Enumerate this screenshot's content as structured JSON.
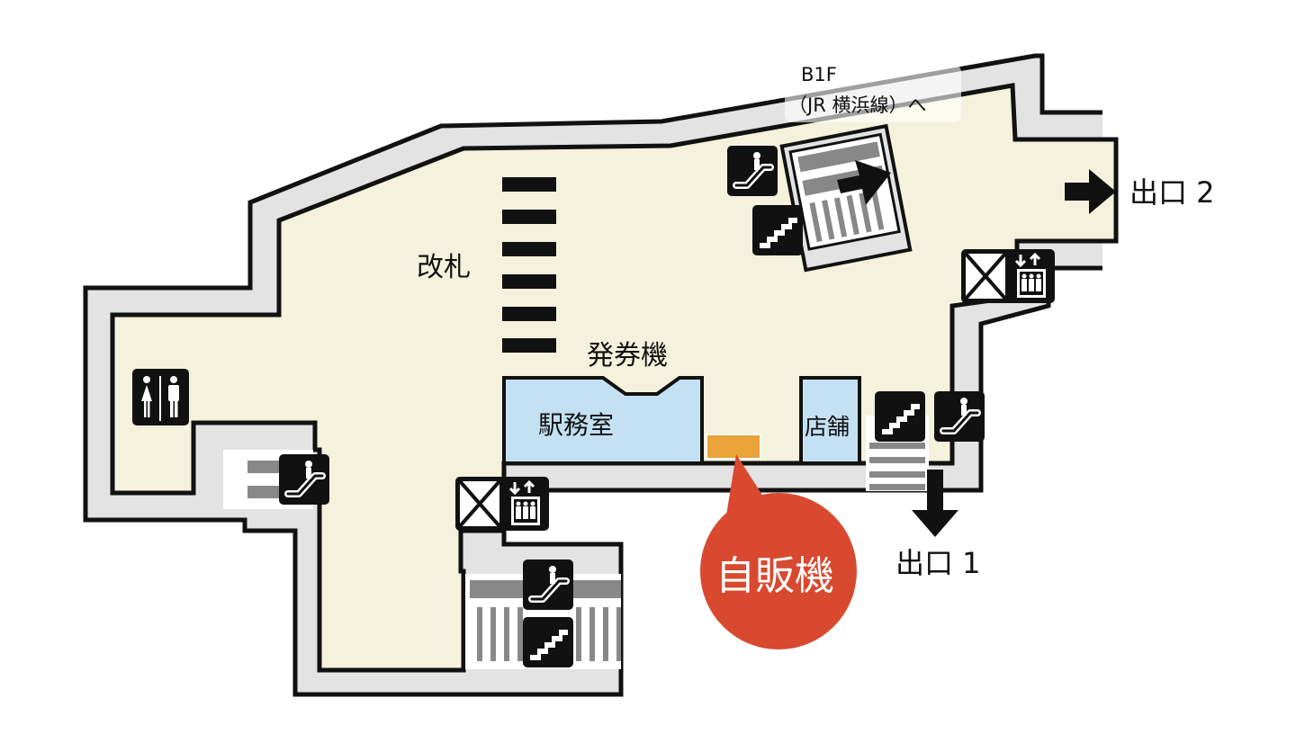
{
  "map": {
    "floor_link": {
      "line1": "B1F",
      "line2": "（JR 横浜線）へ"
    },
    "exits": [
      {
        "label": "出口 2"
      },
      {
        "label": "出口 1"
      }
    ],
    "labels": {
      "gates": "改札",
      "ticket_machines": "発券機",
      "station_office": "駅務室",
      "shop": "店舗",
      "vending_machine": "自販機"
    },
    "colors": {
      "floor": "#f4f2dc",
      "wall": "#e3e3e3",
      "office": "#c4e1f4",
      "vending": "#eaa43a",
      "callout": "#d8492f"
    },
    "icons": [
      "escalator-icon",
      "stairs-icon",
      "elevator-icon",
      "restroom-icon",
      "arrow-icon"
    ]
  }
}
